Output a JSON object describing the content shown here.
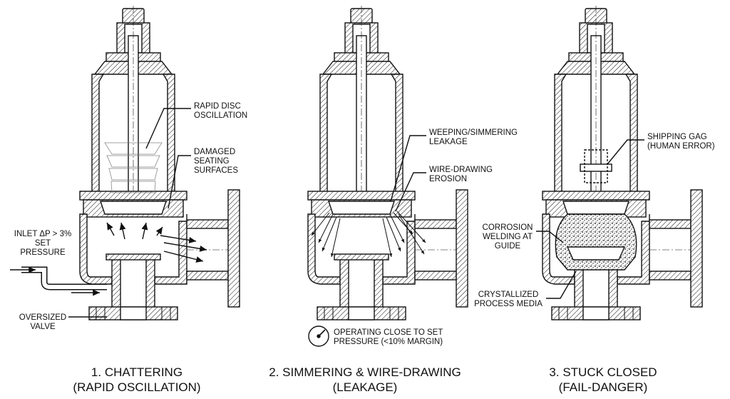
{
  "panels": [
    {
      "caption_line1": "1. CHATTERING",
      "caption_line2": "(RAPID OSCILLATION)",
      "callouts": {
        "rapid_disc": [
          "RAPID DISC",
          "OSCILLATION"
        ],
        "damaged": [
          "DAMAGED",
          "SEATING",
          "SURFACES"
        ],
        "inlet": [
          "INLET ΔP > 3%",
          "SET",
          "PRESSURE"
        ],
        "oversized": [
          "OVERSIZED",
          "VALVE"
        ]
      }
    },
    {
      "caption_line1": "2. SIMMERING & WIRE-DRAWING",
      "caption_line2": "(LEAKAGE)",
      "callouts": {
        "weeping": [
          "WEEPING/SIMMERING",
          "LEAKAGE"
        ],
        "wire_drawing": [
          "WIRE-DRAWING",
          "EROSION"
        ],
        "operating": [
          "OPERATING CLOSE TO SET",
          "PRESSURE (<10% MARGIN)"
        ]
      }
    },
    {
      "caption_line1": "3. STUCK CLOSED",
      "caption_line2": "(FAIL-DANGER)",
      "callouts": {
        "shipping_gag": [
          "SHIPPING GAG",
          "(HUMAN ERROR)"
        ],
        "corrosion": [
          "CORROSION",
          "WELDING AT",
          "GUIDE"
        ],
        "crystallized": [
          "CRYSTALLIZED",
          "PROCESS MEDIA"
        ]
      }
    }
  ],
  "colors": {
    "ink": "#111111",
    "paper": "#ffffff"
  },
  "icons": [
    "pressure-gauge-icon",
    "flow-arrow-icon",
    "inlet-pipe-icon"
  ]
}
